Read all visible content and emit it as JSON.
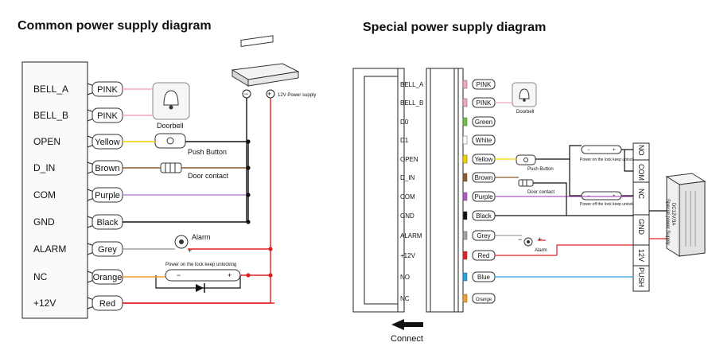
{
  "left": {
    "title": "Common power supply diagram",
    "terminals": [
      "BELL_A",
      "BELL_B",
      "OPEN",
      "D_IN",
      "COM",
      "GND",
      "ALARM",
      "NC",
      "+12V"
    ],
    "wires": [
      {
        "label": "PINK",
        "color": "#f2a9c0"
      },
      {
        "label": "PINK",
        "color": "#f2a9c0"
      },
      {
        "label": "Yellow",
        "color": "#f2d100"
      },
      {
        "label": "Brown",
        "color": "#8b5a2b"
      },
      {
        "label": "Purple",
        "color": "#b58ad6"
      },
      {
        "label": "Black",
        "color": "#111111"
      },
      {
        "label": "Grey",
        "color": "#a0a0a0"
      },
      {
        "label": "Orange",
        "color": "#f0a030"
      },
      {
        "label": "Red",
        "color": "#e02020"
      }
    ],
    "doorbell": "Doorbell",
    "push_button": "Push Button",
    "door_contact": "Door contact",
    "alarm": "Alarm",
    "lock_note": "Power on the lock keep unlocking",
    "psu_label": "12V Power supply",
    "minus": "−",
    "plus": "+"
  },
  "right": {
    "title": "Special power supply diagram",
    "terminals": [
      "BELL_A",
      "BELL_B",
      "D0",
      "D1",
      "OPEN",
      "D_IN",
      "COM",
      "GND",
      "ALARM",
      "+12V",
      "NO",
      "NC"
    ],
    "wires": [
      {
        "label": "PINK",
        "color": "#f2a9c0"
      },
      {
        "label": "PINK",
        "color": "#f2a9c0"
      },
      {
        "label": "Green",
        "color": "#6cc04a"
      },
      {
        "label": "White",
        "color": "#ffffff"
      },
      {
        "label": "Yellow",
        "color": "#f2d100"
      },
      {
        "label": "Brown",
        "color": "#8b5a2b"
      },
      {
        "label": "Purple",
        "color": "#b05ac0"
      },
      {
        "label": "Black",
        "color": "#111111"
      },
      {
        "label": "Grey",
        "color": "#a0a0a0"
      },
      {
        "label": "Red",
        "color": "#e02020"
      },
      {
        "label": "Blue",
        "color": "#2f9fe0"
      },
      {
        "label": "Orange",
        "color": "#f0a030"
      }
    ],
    "doorbell": "Doorbell",
    "push_button": "Push Button",
    "door_contact": "Door contact",
    "alarm": "Alarm",
    "lock_on_note": "Power on the lock keep unlocking",
    "lock_off_note": "Power off the lock keep unlocking",
    "relay_terminals": [
      "NO",
      "COM",
      "NC",
      "GND",
      "12V",
      "PUSH"
    ],
    "psu_label_1": "DC12V/3A",
    "psu_label_2": "Special power Supply",
    "connect": "Connect"
  }
}
